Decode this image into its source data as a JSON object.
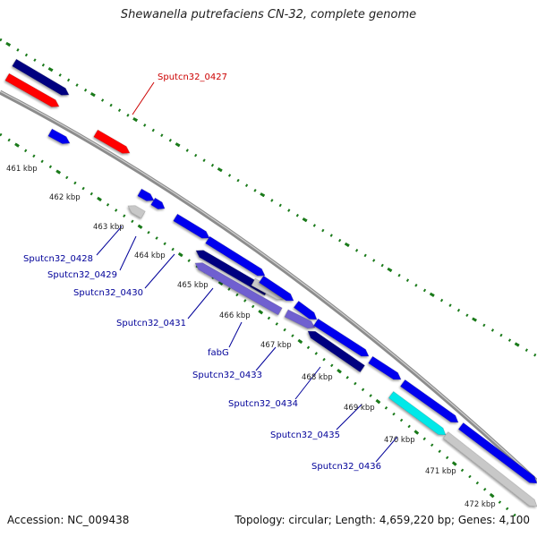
{
  "title": "Shewanella putrefaciens CN-32, complete genome",
  "accession": "Accession: NC_009438",
  "summary": "Topology: circular; Length: 4,659,220 bp; Genes: 4,100",
  "colors": {
    "backbone": "#8c8c8c",
    "tick": "#1a7a1a",
    "forward_cds": "#0000ee",
    "reverse_cds": "#000080",
    "highlight": "#ff0000",
    "rna": "#c8c8c8",
    "cyan": "#00e8e8",
    "purple": "#7060d0",
    "label_blue": "#000099",
    "label_red": "#cc0000"
  },
  "kbp_labels": [
    "461 kbp",
    "462 kbp",
    "463 kbp",
    "464 kbp",
    "465 kbp",
    "466 kbp",
    "467 kbp",
    "468 kbp",
    "469 kbp",
    "470 kbp",
    "471 kbp",
    "472 kbp"
  ],
  "gene_labels": [
    {
      "text": "Sputcn32_0427",
      "color": "red"
    },
    {
      "text": "Sputcn32_0428",
      "color": "blue"
    },
    {
      "text": "Sputcn32_0429",
      "color": "blue"
    },
    {
      "text": "Sputcn32_0430",
      "color": "blue"
    },
    {
      "text": "Sputcn32_0431",
      "color": "blue"
    },
    {
      "text": "fabG",
      "color": "blue"
    },
    {
      "text": "Sputcn32_0433",
      "color": "blue"
    },
    {
      "text": "Sputcn32_0434",
      "color": "blue"
    },
    {
      "text": "Sputcn32_0435",
      "color": "blue"
    },
    {
      "text": "Sputcn32_0436",
      "color": "blue"
    }
  ]
}
